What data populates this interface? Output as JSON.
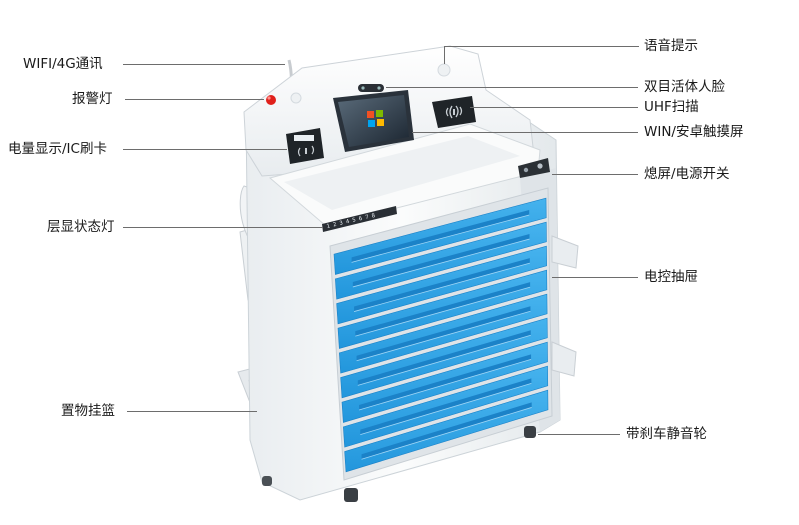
{
  "callouts": {
    "wifi": "WIFI/4G通讯",
    "alarm": "报警灯",
    "power_display": "电量显示/IC刷卡",
    "layer_light": "层显状态灯",
    "basket": "置物挂篮",
    "voice": "语音提示",
    "face": "双目活体人脸",
    "uhf": "UHF扫描",
    "screen": "WIN/安卓触摸屏",
    "power_switch": "熄屏/电源开关",
    "drawers": "电控抽屉",
    "wheels": "带刹车静音轮"
  },
  "device": {
    "drawer_count": 9,
    "layer_numbers": "1 2 3 4 5 6 7 8",
    "colors": {
      "drawer_blue": "#2ea3e6",
      "drawer_blue_dark": "#1b82c8",
      "body_white": "#f4f6f7",
      "body_shade": "#dde2e6",
      "alarm_red": "#e0201b",
      "screen_dark": "#1d2733"
    }
  }
}
